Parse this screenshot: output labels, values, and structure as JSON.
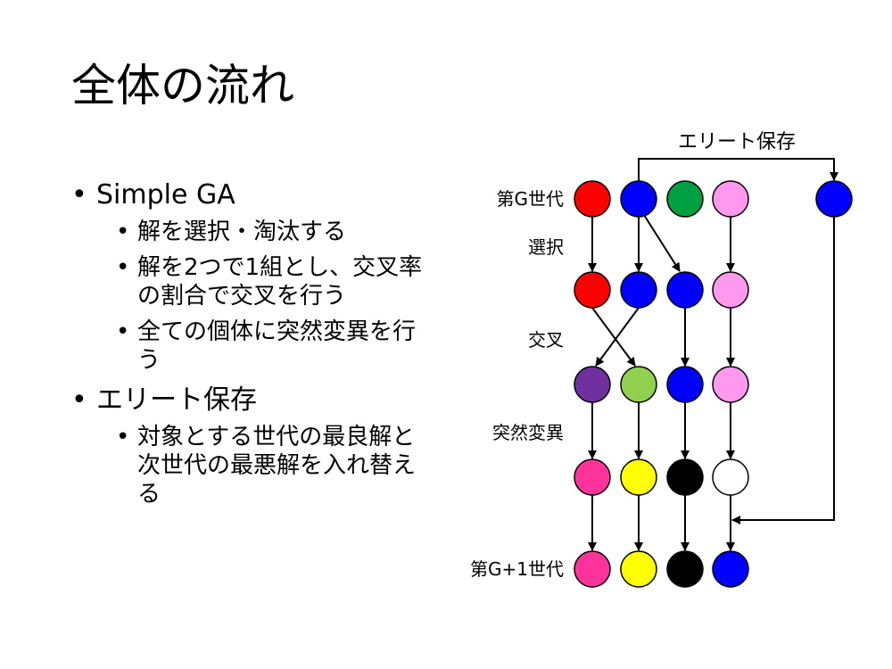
{
  "slide": {
    "title": "全体の流れ",
    "bullets": [
      {
        "text": "Simple GA",
        "sub": [
          "解を選択・淘汰する",
          "解を2つで1組とし、交叉率の割合で交叉を行う",
          "全ての個体に突然変異を行う"
        ]
      },
      {
        "text": "エリート保存",
        "sub": [
          "対象とする世代の最良解と次世代の最悪解を入れ替える"
        ]
      }
    ]
  },
  "diagram": {
    "elite_label": "エリート保存",
    "row_labels": [
      "第G世代",
      "選択",
      "交叉",
      "突然変異",
      "第G+1世代"
    ],
    "rows": [
      [
        "#ff0000",
        "#0000ff",
        "#00a040",
        "#ff99ee"
      ],
      [
        "#ff0000",
        "#0000ff",
        "#0000ff",
        "#ff99ee"
      ],
      [
        "#7030a0",
        "#92d050",
        "#0000ff",
        "#ff99ee"
      ],
      [
        "#ff3399",
        "#ffff00",
        "#000000",
        "#ffffff"
      ],
      [
        "#ff3399",
        "#ffff00",
        "#000000",
        "#0000ff"
      ]
    ],
    "elite_node_color": "#0000ff"
  }
}
